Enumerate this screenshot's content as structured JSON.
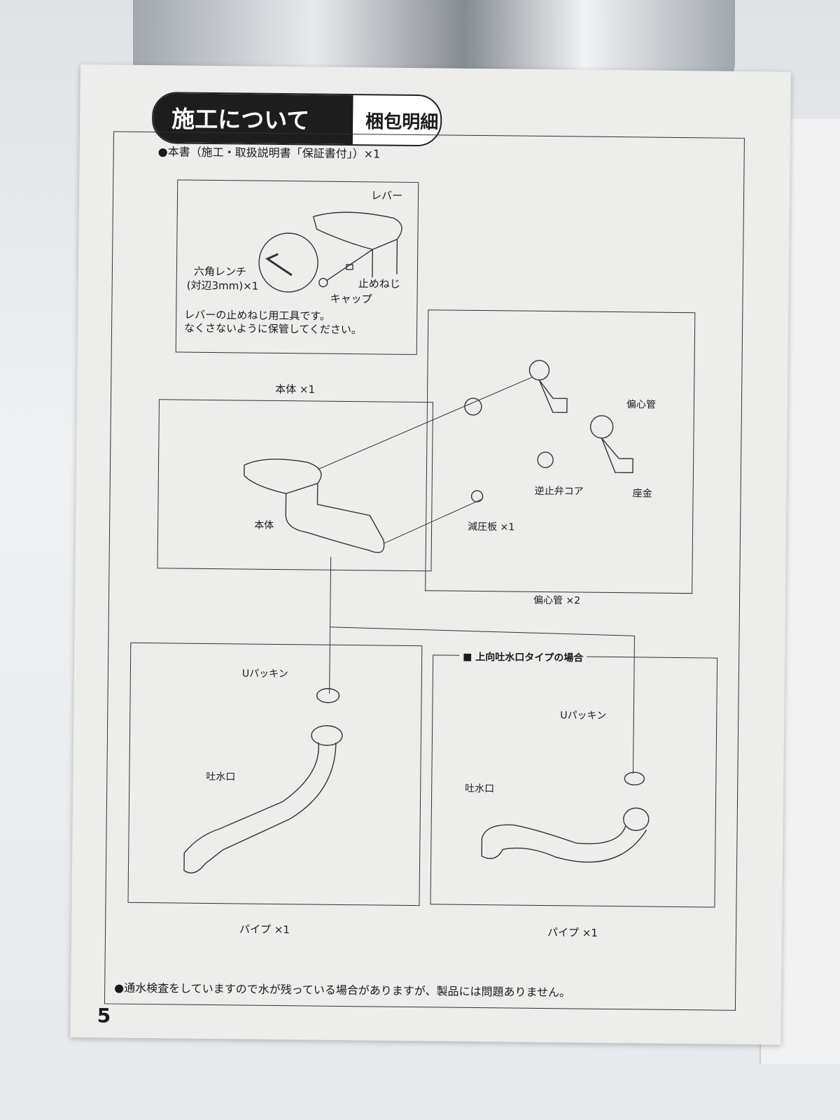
{
  "header": {
    "title": "施工について",
    "subtitle": "梱包明細"
  },
  "manual_item": "●本書（施工・取扱説明書「保証書付」）×1",
  "tool_box": {
    "lever_label": "レバー",
    "wrench_label": "六角レンチ",
    "wrench_size": "(対辺3mm)×1",
    "set_screw_label": "止めねじ",
    "cap_label": "キャップ",
    "note_line1": "レバーの止めねじ用工具です。",
    "note_line2": "なくさないように保管してください。"
  },
  "body_box": {
    "caption": "本体 ×1",
    "body_label": "本体"
  },
  "parts_box": {
    "eccentric_pipe_label": "偏心管",
    "check_valve_label": "逆止弁コア",
    "washer_label": "座金",
    "reducer_label": "減圧板 ×1",
    "caption": "偏心管 ×2"
  },
  "pipe_box_left": {
    "packing_label": "Uパッキン",
    "spout_label": "吐水口",
    "caption": "パイプ ×1"
  },
  "pipe_box_right": {
    "heading": "■ 上向吐水口タイプの場合",
    "packing_label": "Uパッキン",
    "spout_label": "吐水口",
    "caption": "パイプ ×1"
  },
  "footer_note": "●通水検査をしていますので水が残っている場合がありますが、製品には問題ありません。",
  "page_number": "5"
}
